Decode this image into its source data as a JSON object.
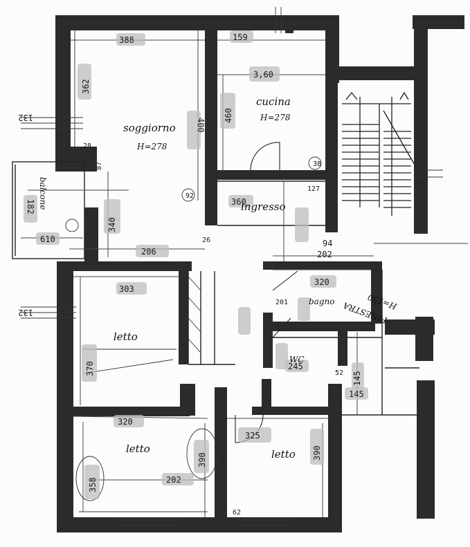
{
  "rooms": {
    "soggiorno": {
      "name": "soggiorno",
      "height": "H=278"
    },
    "cucina": {
      "name": "cucina",
      "height": "H=278",
      "area": "3,60"
    },
    "ingresso": {
      "name": "ingresso"
    },
    "balcone": {
      "name": "balcone"
    },
    "bagno": {
      "name": "bagno"
    },
    "wc": {
      "name": "WC"
    },
    "letto_1": {
      "name": "letto"
    },
    "letto_2": {
      "name": "letto"
    },
    "letto_3": {
      "name": "letto"
    },
    "finestra": {
      "name": "FINESTRA",
      "value": "H=150"
    }
  },
  "dimensions": {
    "top_soggiorno": "388",
    "top_cucina": "159",
    "left_soggiorno": "362",
    "soggiorno_side": "400",
    "cucina_side": "460",
    "left_outer": "132",
    "balcone_w": "610",
    "balcone_h": "182",
    "soggiorno_mid": "340",
    "ingresso_w": "360",
    "corridor_w": "206",
    "corridor_h": "127",
    "bagno_w": "320",
    "right_top": "202",
    "right_top_b": "94",
    "letto1_w": "303",
    "letto1_h": "370",
    "left_lower": "132",
    "letto2_w": "320",
    "letto2_h": "358",
    "letto2_side": "390",
    "letto2_bottom": "202",
    "letto3_w": "325",
    "letto3_side": "390",
    "wc_w": "245",
    "wc_side": "145",
    "right_side": "145",
    "stub_28": "28",
    "stub_87": "87",
    "stub_26": "26",
    "stub_62": "62",
    "stub_52": "52",
    "stub_92": "92",
    "stub_201": "201",
    "stub_38": "38"
  }
}
